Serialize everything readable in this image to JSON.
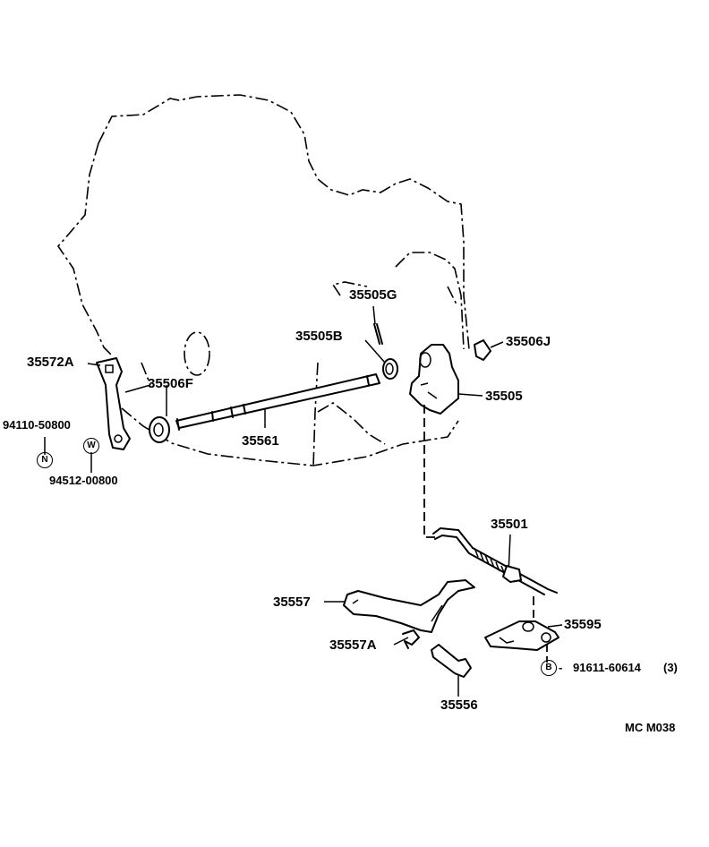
{
  "diagram_code": "MC M038",
  "parts": [
    {
      "id": "p35505G",
      "number": "35505G"
    },
    {
      "id": "p35505B",
      "number": "35505B"
    },
    {
      "id": "p35506J",
      "number": "35506J"
    },
    {
      "id": "p35572A",
      "number": "35572A"
    },
    {
      "id": "p35506F",
      "number": "35506F"
    },
    {
      "id": "p35505",
      "number": "35505"
    },
    {
      "id": "p35561",
      "number": "35561"
    },
    {
      "id": "p9411050800",
      "number": "94110-50800"
    },
    {
      "id": "p9451200800",
      "number": "94512-00800"
    },
    {
      "id": "p35501",
      "number": "35501"
    },
    {
      "id": "p35557",
      "number": "35557"
    },
    {
      "id": "p35595",
      "number": "35595"
    },
    {
      "id": "p35557A",
      "number": "35557A"
    },
    {
      "id": "p9161160614",
      "number": "91611-60614",
      "qty": "(3)"
    },
    {
      "id": "p35556",
      "number": "35556"
    }
  ],
  "symbols": {
    "nut": "N",
    "washer": "W",
    "bolt": "B"
  }
}
